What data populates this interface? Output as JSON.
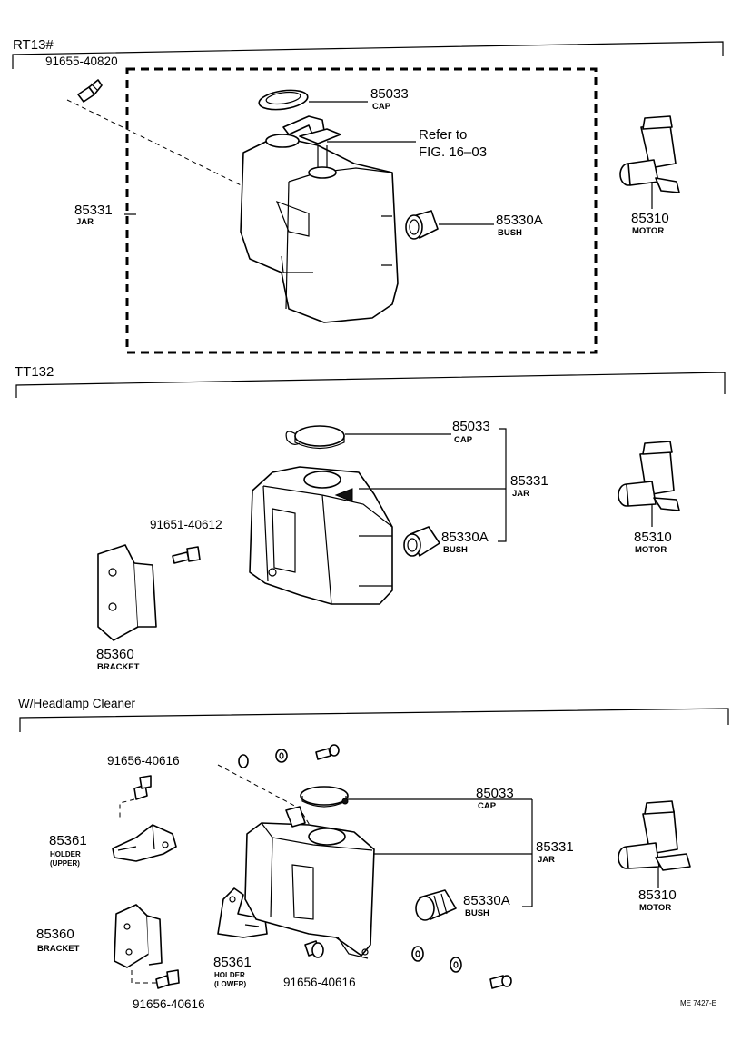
{
  "sections": [
    {
      "title": "RT13#"
    },
    {
      "title": "TT132"
    },
    {
      "title": "W/Headlamp Cleaner"
    }
  ],
  "s1": {
    "bolt_num": "91655-40820",
    "cap_num": "85033",
    "cap_name": "CAP",
    "refer_line1": "Refer to",
    "refer_line2": "FIG. 16–03",
    "jar_num": "85331",
    "jar_name": "JAR",
    "bush_num": "85330A",
    "bush_name": "BUSH",
    "motor_num": "85310",
    "motor_name": "MOTOR"
  },
  "s2": {
    "cap_num": "85033",
    "cap_name": "CAP",
    "jar_num": "85331",
    "jar_name": "JAR",
    "bolt_num": "91651-40612",
    "bush_num": "85330A",
    "bush_name": "BUSH",
    "motor_num": "85310",
    "motor_name": "MOTOR",
    "bracket_num": "85360",
    "bracket_name": "BRACKET"
  },
  "s3": {
    "bolt_top_num": "91656-40616",
    "holder_upper_num": "85361",
    "holder_upper_name1": "HOLDER",
    "holder_upper_name2": "(UPPER)",
    "bracket_num": "85360",
    "bracket_name": "BRACKET",
    "bolt_bottom_num": "91656-40616",
    "holder_lower_num": "85361",
    "holder_lower_name1": "HOLDER",
    "holder_lower_name2": "(LOWER)",
    "bolt_mid_num": "91656-40616",
    "cap_num": "85033",
    "cap_name": "CAP",
    "jar_num": "85331",
    "jar_name": "JAR",
    "bush_num": "85330A",
    "bush_name": "BUSH",
    "motor_num": "85310",
    "motor_name": "MOTOR"
  },
  "footer_id": "ME 7427-E"
}
